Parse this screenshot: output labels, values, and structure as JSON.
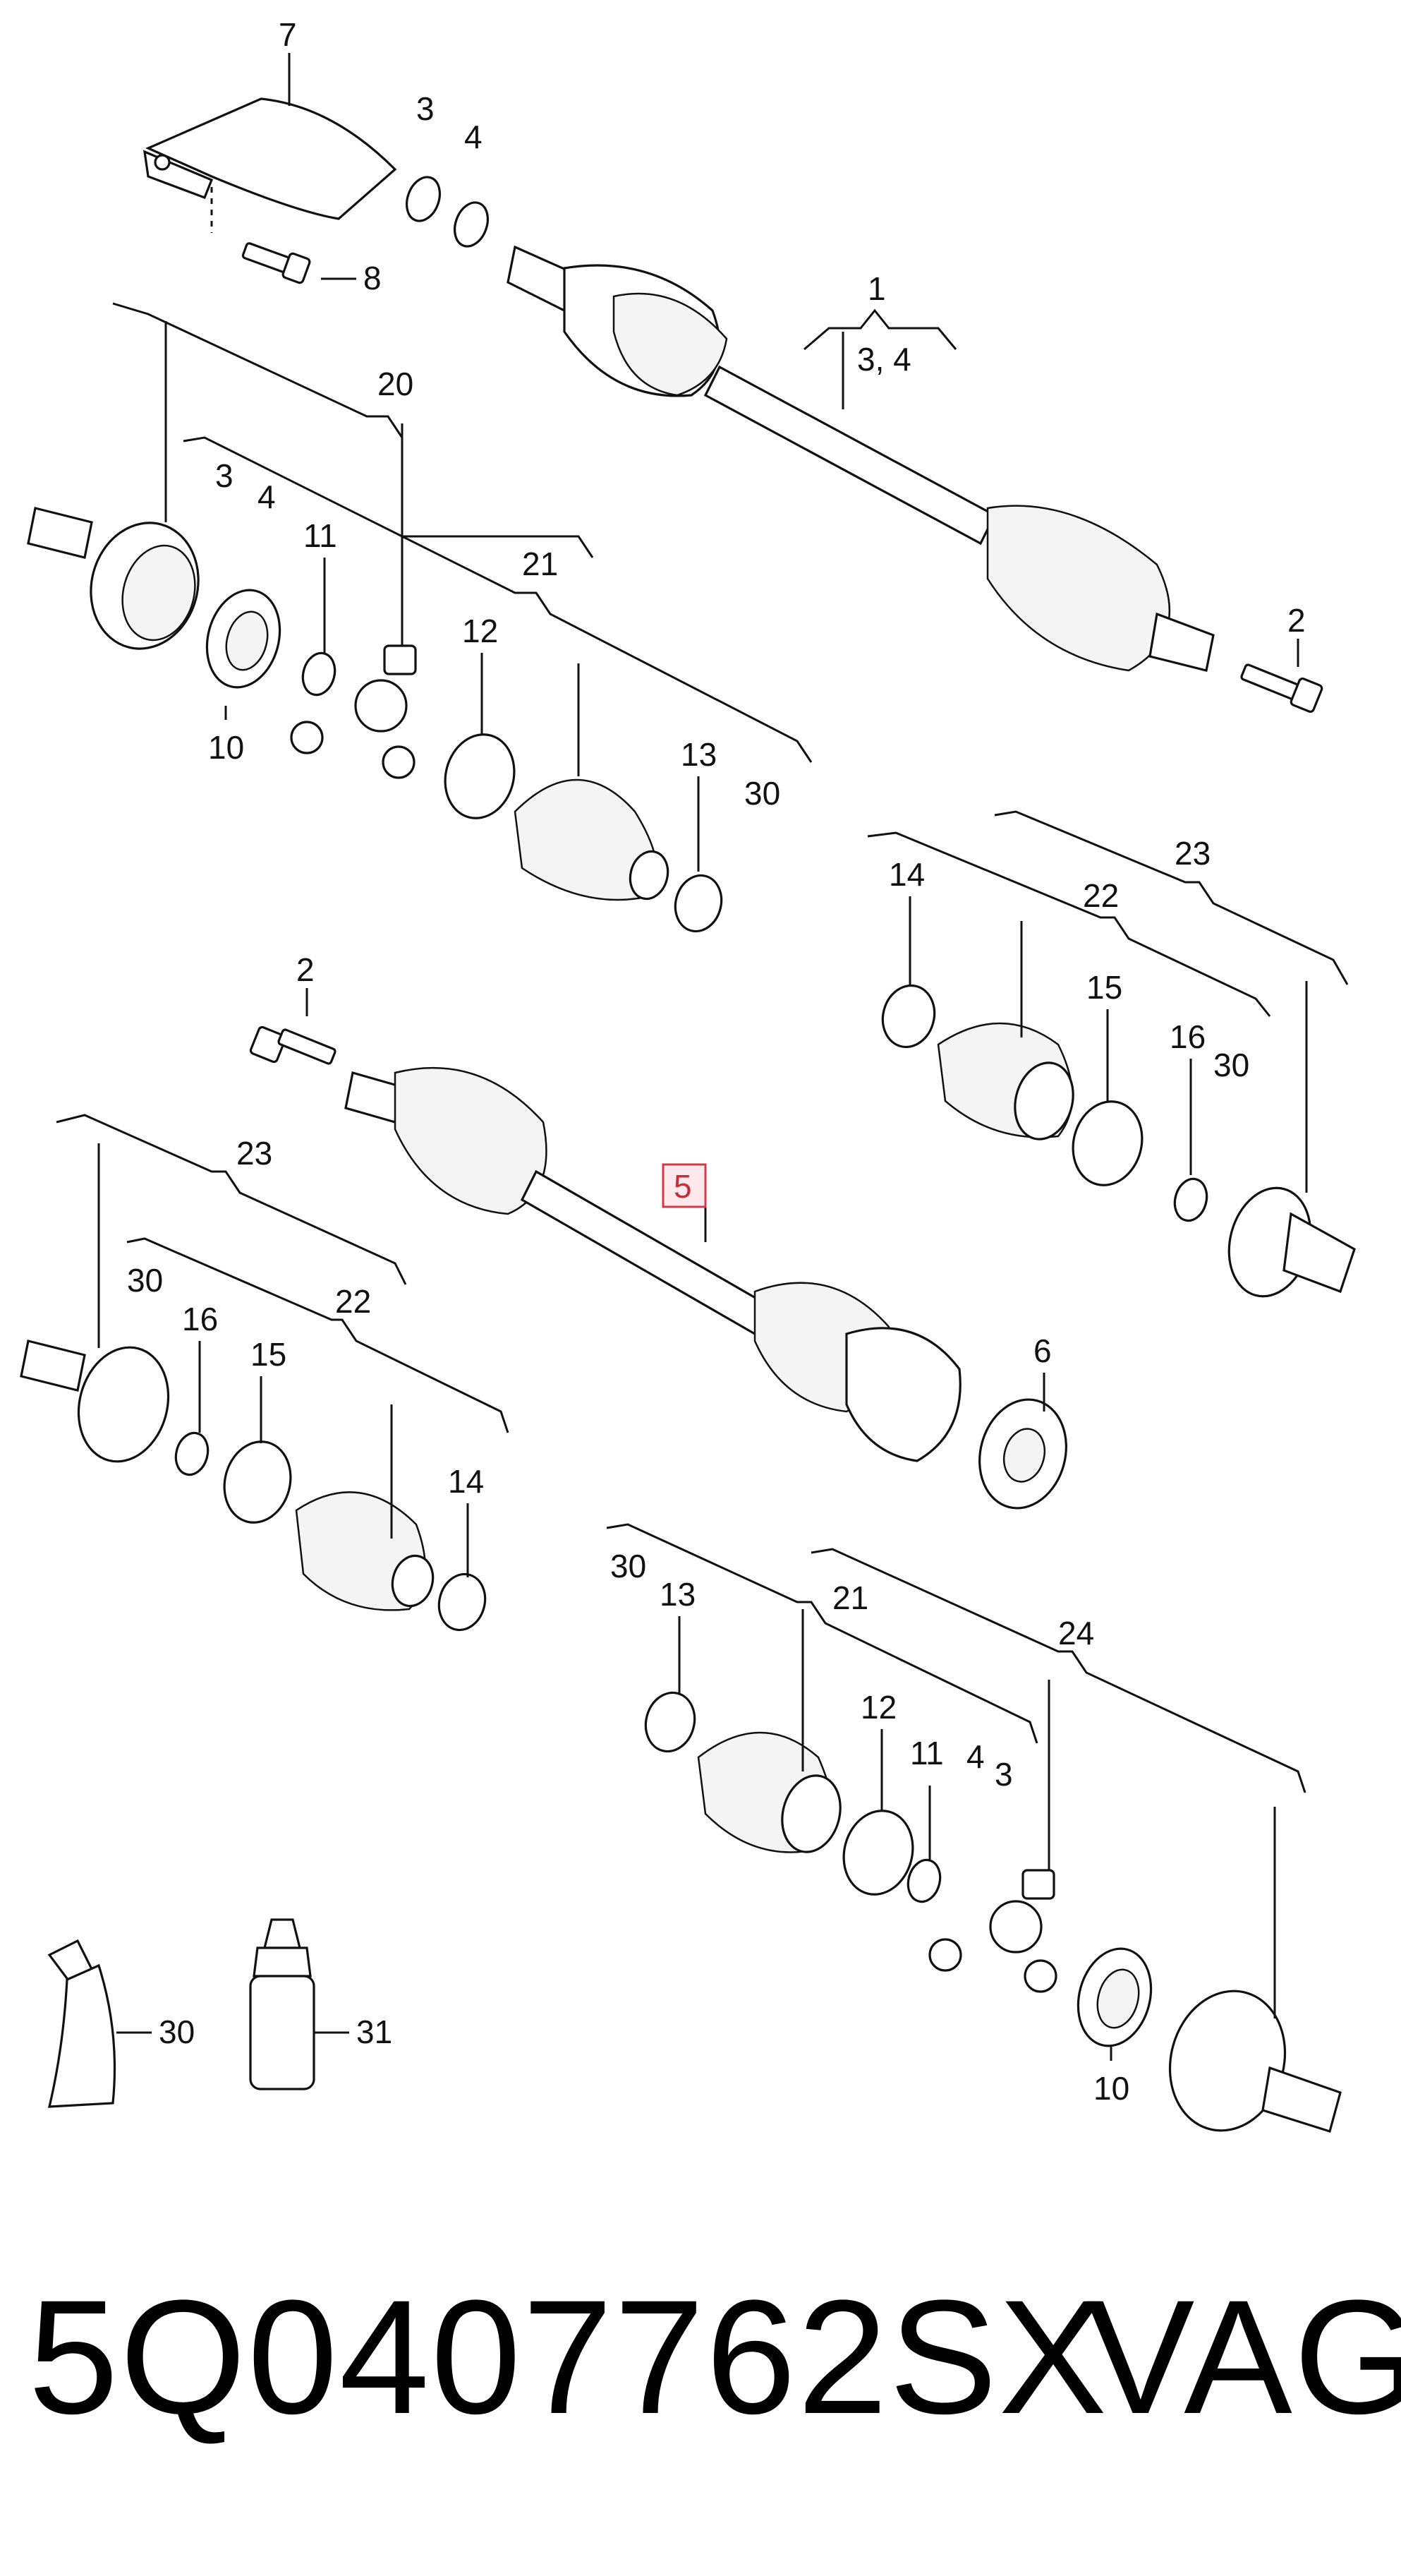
{
  "footer": {
    "part_number": "5Q0407762SX",
    "brand": "VAG"
  },
  "highlight_color": "#d23a4a",
  "callouts": {
    "c7": "7",
    "c3a": "3",
    "c4a": "4",
    "c8": "8",
    "c1": "1",
    "c34": "3, 4",
    "c20": "20",
    "c3b": "3",
    "c4b": "4",
    "c11a": "11",
    "c21a": "21",
    "c10a": "10",
    "c12a": "12",
    "c13a": "13",
    "c30a": "30",
    "c2a": "2",
    "c14a": "14",
    "c23a": "23",
    "c22a": "22",
    "c15a": "15",
    "c16a": "16",
    "c30b": "30",
    "c2b": "2",
    "c5": "5",
    "c6": "6",
    "c23b": "23",
    "c30c": "30",
    "c16b": "16",
    "c15b": "15",
    "c22b": "22",
    "c14b": "14",
    "c30d": "30",
    "c13b": "13",
    "c21b": "21",
    "c24": "24",
    "c12b": "12",
    "c11b": "11",
    "c4c": "4",
    "c3c": "3",
    "c10b": "10",
    "c30e": "30",
    "c31": "31"
  }
}
